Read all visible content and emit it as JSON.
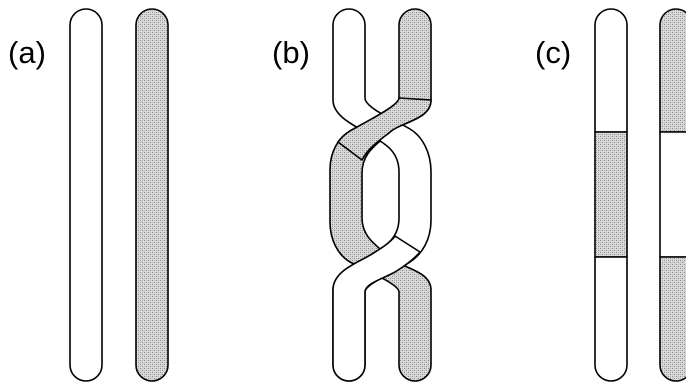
{
  "panels": [
    {
      "label": "(a)"
    },
    {
      "label": "(b)"
    },
    {
      "label": "(c)"
    }
  ],
  "colors": {
    "outline": "#000000",
    "light_strand": "#ffffff",
    "shaded_strand": "#c4c4c4",
    "background": "#ffffff"
  }
}
